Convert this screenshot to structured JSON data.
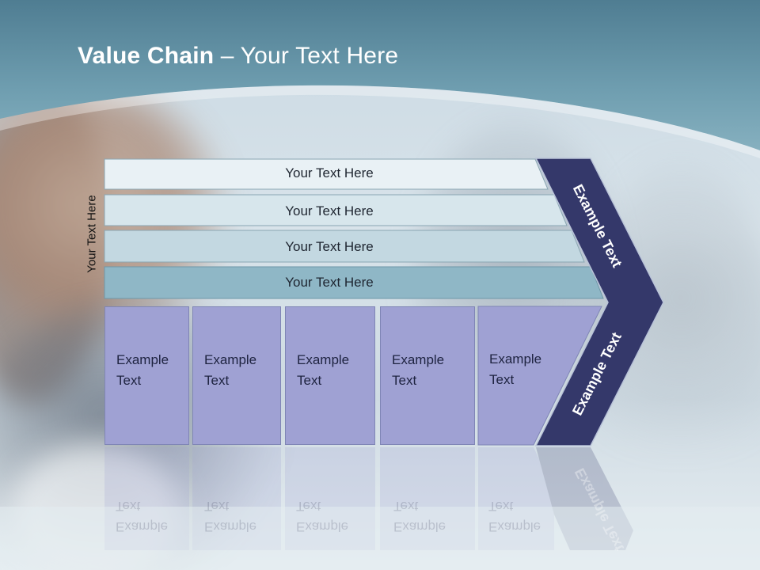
{
  "title": {
    "bold": "Value Chain",
    "rest": " – Your Text Here"
  },
  "side_label": "Your Text Here",
  "rows": [
    {
      "label": "Your Text Here",
      "fill": "#e9f1f5"
    },
    {
      "label": "Your Text Here",
      "fill": "#d7e6ec"
    },
    {
      "label": "Your Text Here",
      "fill": "#c3d8e1"
    },
    {
      "label": "Your Text Here",
      "fill": "#8fb7c6"
    }
  ],
  "boxes": [
    {
      "line1": "Example",
      "line2": "Text"
    },
    {
      "line1": "Example",
      "line2": "Text"
    },
    {
      "line1": "Example",
      "line2": "Text"
    },
    {
      "line1": "Example",
      "line2": "Text"
    },
    {
      "line1": "Example",
      "line2": "Text"
    }
  ],
  "chevron": {
    "top_label": "Example Text",
    "bottom_label": "Example Text",
    "fill": "#34386a"
  },
  "colors": {
    "header": "#5f8fa2",
    "box": "#9fa1d3"
  }
}
